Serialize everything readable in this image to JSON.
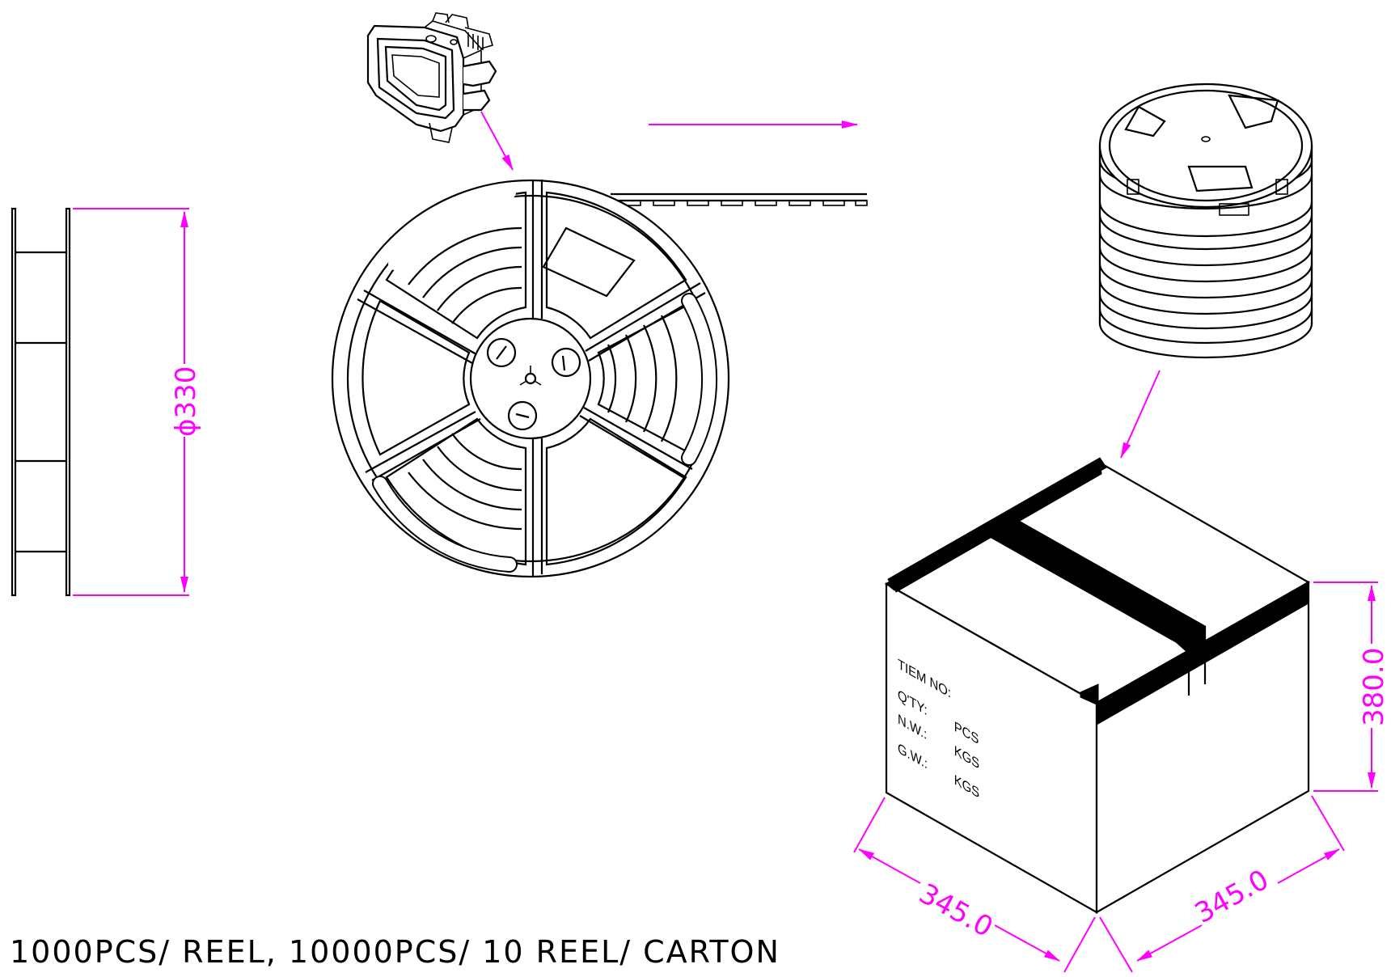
{
  "caption": "1000PCS/ REEL, 10000PCS/ 10 REEL/ CARTON",
  "dimensions": {
    "reel_diameter": "ϕ330",
    "carton_height": "380.0",
    "carton_length": "345.0",
    "carton_width": "345.0"
  },
  "carton_label": {
    "item_no": "TIEM NO:",
    "qty": "Q'TY:",
    "qty_unit": "PCS",
    "nw": "N.W.:",
    "nw_unit": "KGS",
    "gw": "G.W.:",
    "gw_unit": "KGS"
  },
  "colors": {
    "dimension": "#ff00ff",
    "line": "#000000",
    "background": "#ffffff"
  }
}
